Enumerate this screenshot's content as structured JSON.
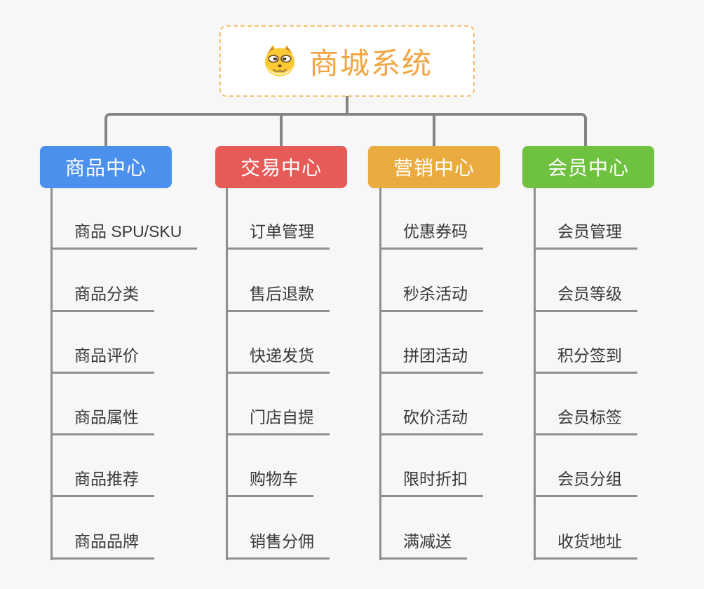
{
  "root": {
    "title": "商城系统",
    "icon": "shiba-dog-icon"
  },
  "branches": [
    {
      "label": "商品中心",
      "color": "#4A90EC",
      "children": [
        "商品 SPU/SKU",
        "商品分类",
        "商品评价",
        "商品属性",
        "商品推荐",
        "商品品牌"
      ]
    },
    {
      "label": "交易中心",
      "color": "#E65A58",
      "children": [
        "订单管理",
        "售后退款",
        "快递发货",
        "门店自提",
        "购物车",
        "销售分佣"
      ]
    },
    {
      "label": "营销中心",
      "color": "#EAAC40",
      "children": [
        "优惠券码",
        "秒杀活动",
        "拼团活动",
        "砍价活动",
        "限时折扣",
        "满减送"
      ]
    },
    {
      "label": "会员中心",
      "color": "#6FC23F",
      "children": [
        "会员管理",
        "会员等级",
        "积分签到",
        "会员标签",
        "会员分组",
        "收货地址"
      ]
    }
  ],
  "colors": {
    "background": "#F7F7F7",
    "connector": "#848484",
    "leaf_line": "#8F8F8F",
    "leaf_text": "#38383C",
    "root_bg": "#FFFFFF",
    "root_border": "#F2C170",
    "root_text": "#F0A642",
    "branch_text": "#FFFFFF"
  }
}
